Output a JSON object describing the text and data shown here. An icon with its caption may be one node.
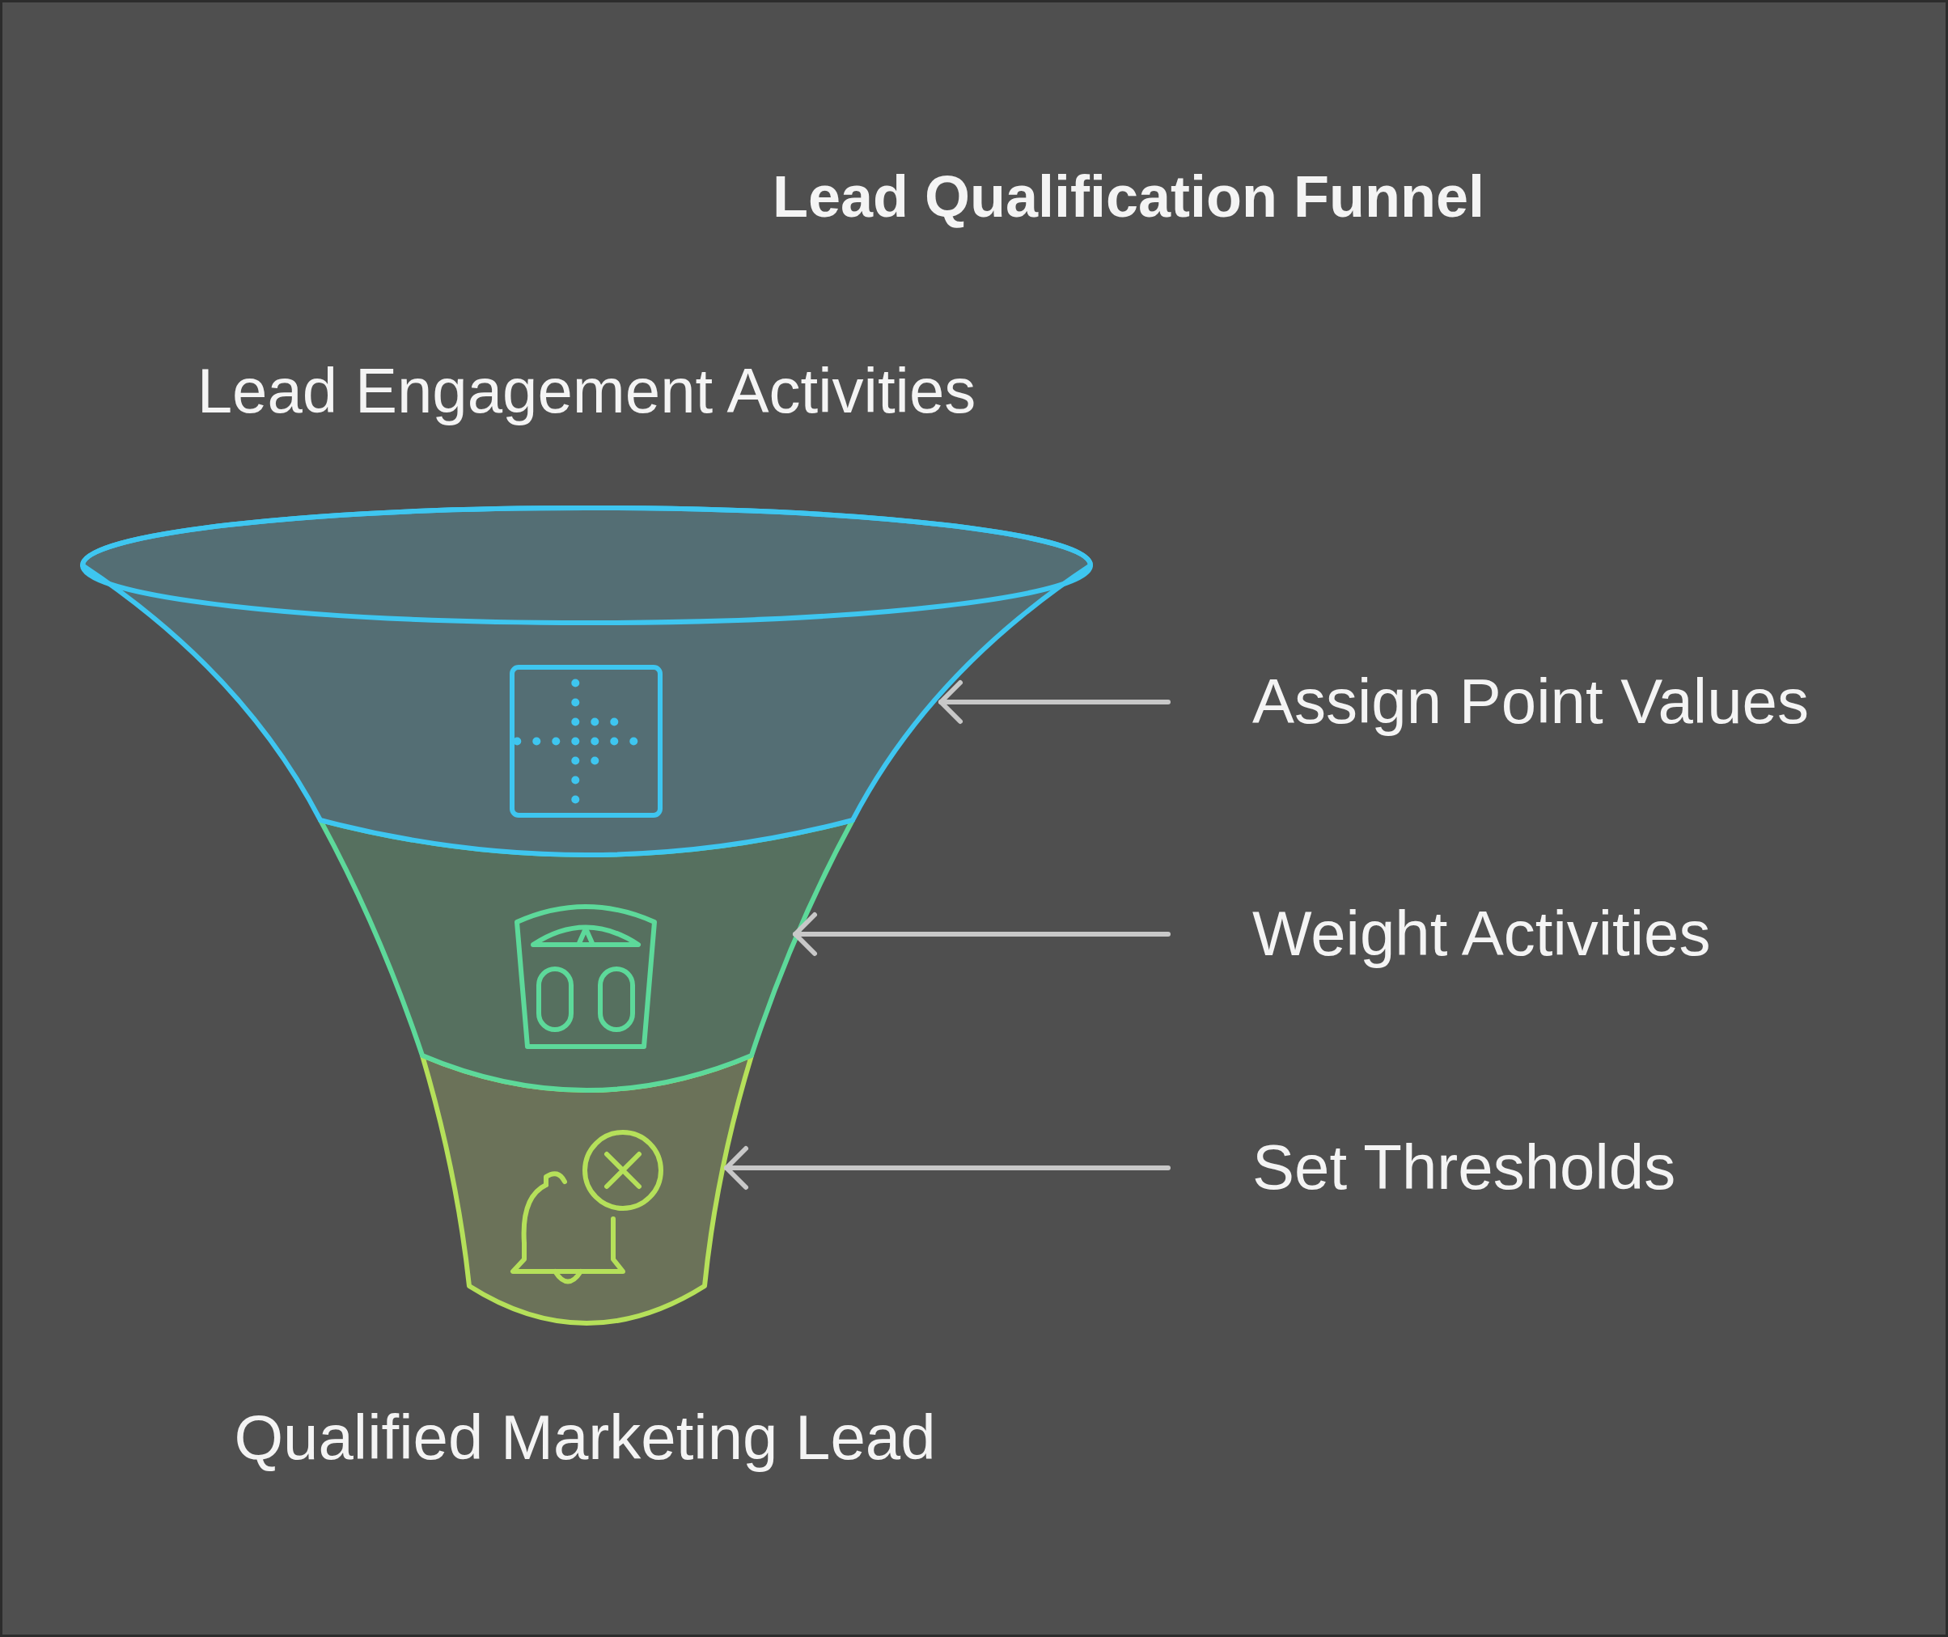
{
  "diagram": {
    "title": "Lead Qualification Funnel",
    "nodes": [
      {
        "text": [],
        "shape": "band"
      },
      {
        "text": [
          "Assign Point Values"
        ]
      },
      {
        "text": [],
        "shape": "band"
      },
      {
        "text": [
          "Weight Activities"
        ]
      },
      {
        "text": [],
        "shape": "band"
      },
      {
        "text": [
          "Set Thresholds"
        ]
      }
    ],
    "edges": [
      {
        "from": 1,
        "to": 0,
        "arrow": "to"
      },
      {
        "from": 3,
        "to": 2,
        "arrow": "to"
      },
      {
        "from": 5,
        "to": 4,
        "arrow": "to"
      }
    ],
    "labels": [
      "Lead Engagement Activities",
      "Qualified Marketing Lead"
    ]
  }
}
